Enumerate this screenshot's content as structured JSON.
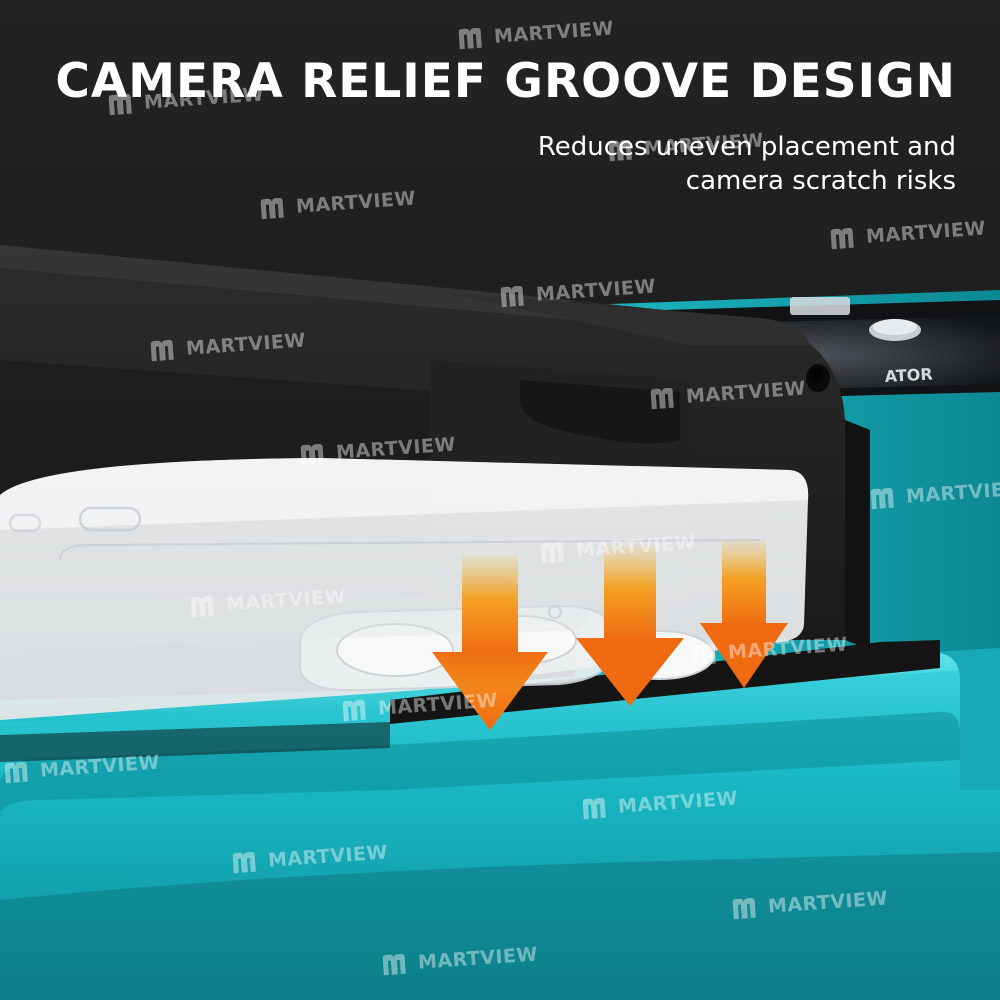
{
  "headline": "CAMERA RELIEF GROOVE DESIGN",
  "subline": {
    "line1": "Reduces uneven placement and",
    "line2": "camera scratch risks"
  },
  "watermark": {
    "text": "MARTVIEW",
    "icon": "m-logo-icon"
  },
  "device": {
    "panel_label": "ATOR"
  },
  "colors": {
    "background": "#1c1c1c",
    "device_body": "#17b5c1",
    "device_shadow": "#0b7d88",
    "arm": "#232323",
    "arrow_top": "#f2b52a",
    "arrow_bottom": "#f06a12"
  },
  "arrows": {
    "count": 3,
    "direction": "down"
  }
}
